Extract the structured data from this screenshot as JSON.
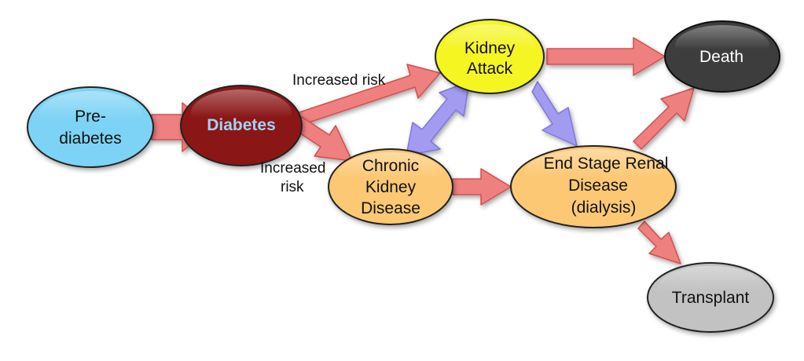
{
  "colors": {
    "prediabetes": "#7dd3f5",
    "diabetes": "#8a1414",
    "diabetes_text": "#9fd3f5",
    "kidney_attack": "#f5f523",
    "ckd": "#fcc873",
    "esrd": "#fcc873",
    "death": "#3d3d3d",
    "transplant": "#c2c2c2",
    "arrow_red": "#ef8080",
    "arrow_red_stroke": "#d25050",
    "arrow_blue": "#a39bf0",
    "arrow_blue_stroke": "#7f76db"
  },
  "nodes": {
    "prediabetes": {
      "line1": "Pre-",
      "line2": "diabetes"
    },
    "diabetes": {
      "label": "Diabetes"
    },
    "kidney_attack": {
      "line1": "Kidney",
      "line2": "Attack"
    },
    "ckd": {
      "line1": "Chronic",
      "line2": "Kidney",
      "line3": "Disease"
    },
    "esrd": {
      "line1": "End Stage Renal",
      "line2": "Disease",
      "line3": "(dialysis)"
    },
    "death": {
      "label": "Death"
    },
    "transplant": {
      "label": "Transplant"
    }
  },
  "edge_labels": {
    "increased_risk_top": "Increased risk",
    "increased_risk_bottom_line1": "Increased",
    "increased_risk_bottom_line2": "risk"
  }
}
